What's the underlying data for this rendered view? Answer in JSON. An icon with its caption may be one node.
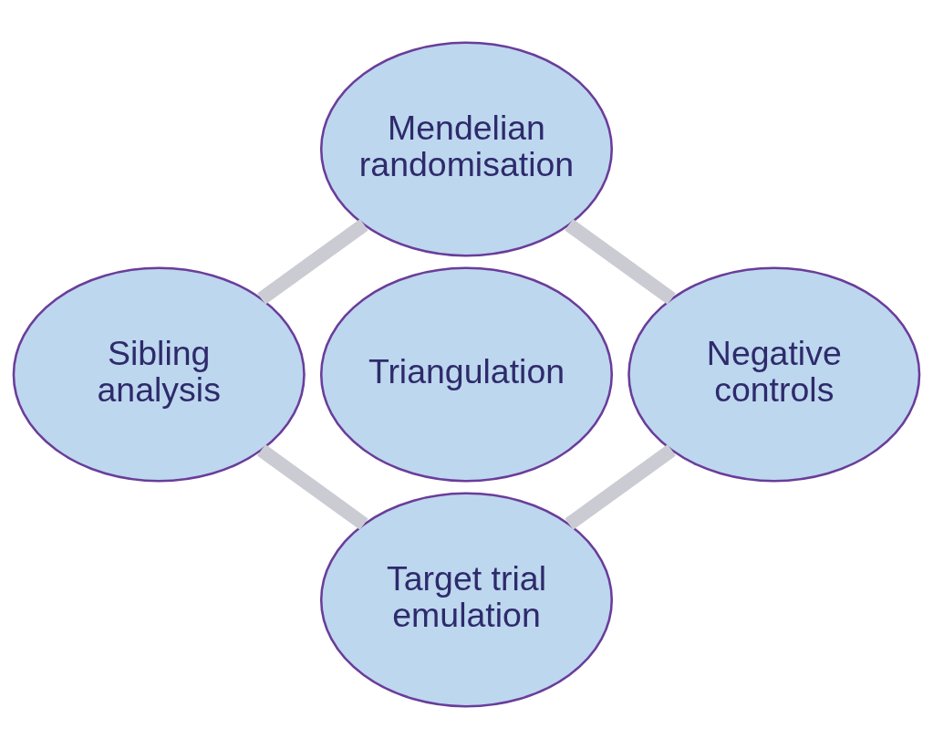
{
  "diagram": {
    "nodes": [
      {
        "text": [
          "Mendelian randomisation"
        ]
      },
      {
        "text": [
          "Sibling analysis"
        ]
      },
      {
        "text": [
          "Triangulation"
        ]
      },
      {
        "text": [
          "Negative controls"
        ]
      },
      {
        "text": [
          "Target trial emulation"
        ]
      }
    ],
    "edges": [
      {
        "from": 0,
        "to": 3,
        "arrow": "none"
      },
      {
        "from": 3,
        "to": 4,
        "arrow": "none"
      },
      {
        "from": 4,
        "to": 1,
        "arrow": "none"
      },
      {
        "from": 1,
        "to": 0,
        "arrow": "none"
      }
    ]
  }
}
